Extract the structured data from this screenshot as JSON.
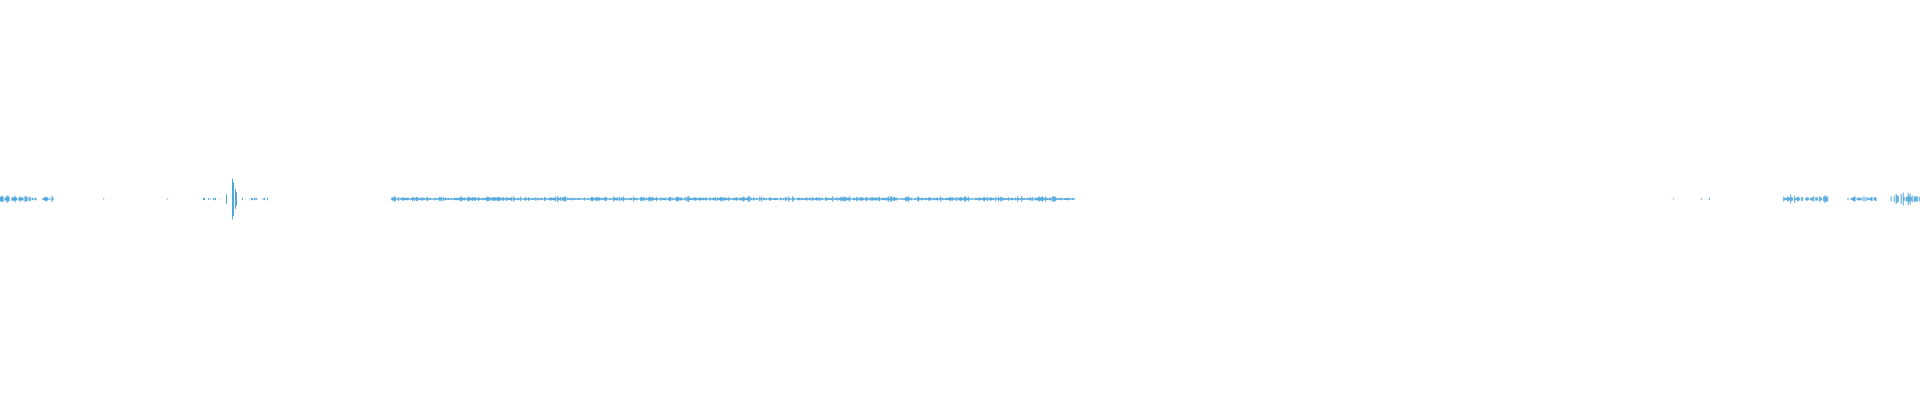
{
  "waveform": {
    "color": "#4ea6dc",
    "background": "#ffffff",
    "duration_fraction_segments": [
      {
        "start": 0.0,
        "end": 0.028,
        "peak": 0.012,
        "density": "dense"
      },
      {
        "start": 0.054,
        "end": 0.062,
        "peak": 0.004,
        "density": "sparse"
      },
      {
        "start": 0.085,
        "end": 0.088,
        "peak": 0.004,
        "density": "sparse"
      },
      {
        "start": 0.106,
        "end": 0.141,
        "peak": 0.06,
        "density": "burst"
      },
      {
        "start": 0.204,
        "end": 0.559,
        "peak": 0.008,
        "density": "continuous"
      },
      {
        "start": 0.857,
        "end": 0.892,
        "peak": 0.004,
        "density": "sparse"
      },
      {
        "start": 0.929,
        "end": 0.952,
        "peak": 0.012,
        "density": "dense"
      },
      {
        "start": 0.962,
        "end": 0.978,
        "peak": 0.008,
        "density": "dense"
      },
      {
        "start": 0.985,
        "end": 1.0,
        "peak": 0.02,
        "density": "dense"
      }
    ]
  }
}
